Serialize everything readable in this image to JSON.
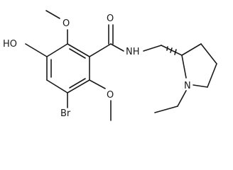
{
  "atoms": {
    "oxygen_carbonyl": "O",
    "oxygen_methoxy_top": "O",
    "hydroxyl": "HO",
    "amide_nh": "NH",
    "ring_nitrogen": "N",
    "bromine": "Br",
    "oxygen_methoxy_bottom": "O"
  }
}
